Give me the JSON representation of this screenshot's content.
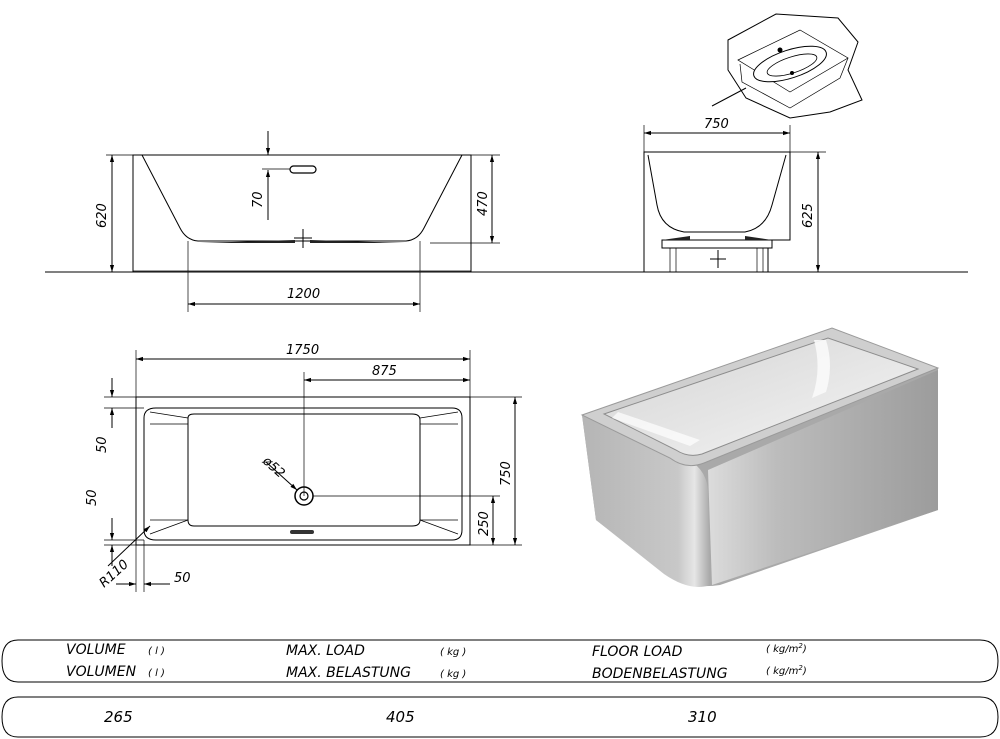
{
  "front_view": {
    "height_total": "620",
    "height_rim": "470",
    "overflow_offset": "70",
    "inner_length": "1200"
  },
  "side_view": {
    "width": "750",
    "height": "625"
  },
  "top_view": {
    "length": "1750",
    "half_length": "875",
    "width": "750",
    "rim_top": "50",
    "rim_side": "50",
    "rim_bottom": "50",
    "drain_offset": "250",
    "drain_diameter": "ø52",
    "corner_radius": "R110"
  },
  "specs": {
    "volume_en": "VOLUME",
    "volume_de": "VOLUMEN",
    "volume_unit": "( l )",
    "load_en": "MAX. LOAD",
    "load_de": "MAX. BELASTUNG",
    "load_unit": "( kg )",
    "floor_en": "FLOOR  LOAD",
    "floor_de": "BODENBELASTUNG",
    "floor_unit_base": "( kg/m",
    "floor_unit_sup": "2",
    "floor_unit_close": ")",
    "volume_value": "265",
    "load_value": "405",
    "floor_value": "310"
  }
}
